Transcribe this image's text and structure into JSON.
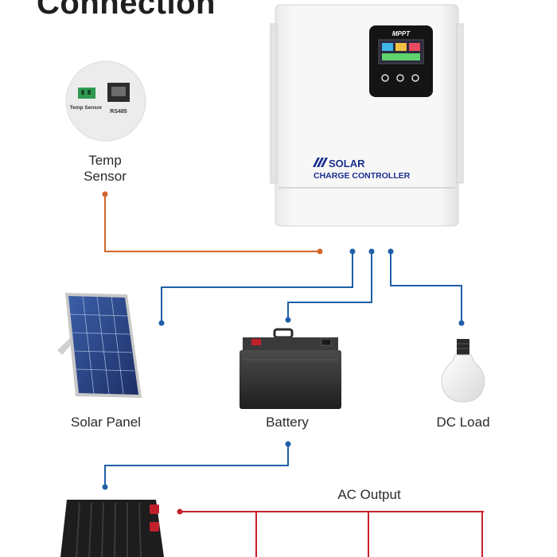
{
  "title": "Connection",
  "controller": {
    "screen_brand": "MPPT",
    "brand_line1": "SOLAR",
    "brand_line2": "CHARGE CONTROLLER"
  },
  "temp_sensor_closeup": {
    "port1_label": "Temp Sensor",
    "port2_label": "RS485"
  },
  "labels": {
    "temp_sensor_line1": "Temp",
    "temp_sensor_line2": "Sensor",
    "solar_panel": "Solar Panel",
    "battery": "Battery",
    "dc_load": "DC Load",
    "ac_output": "AC Output"
  },
  "colors": {
    "sensor_wire": "#d2672a",
    "dc_wire": "#1f5fa8",
    "ac_wire": "#c8202a"
  }
}
